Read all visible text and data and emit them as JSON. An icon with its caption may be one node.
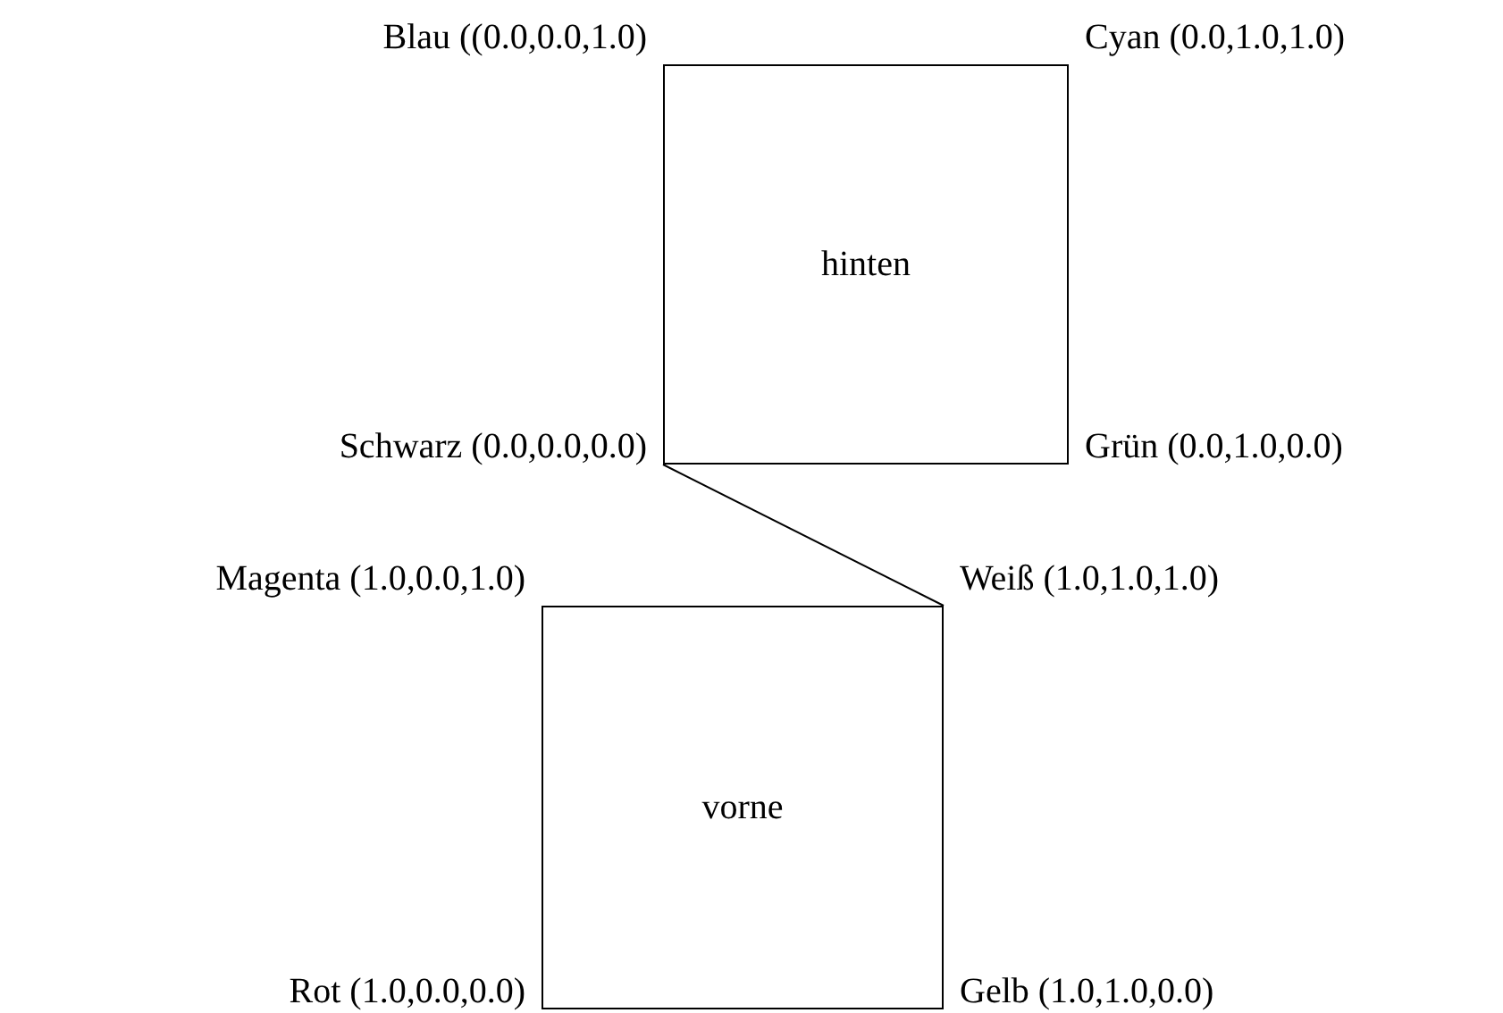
{
  "diagram": {
    "nodes": [
      {
        "text": [
          "hinten"
        ],
        "beside": [
          "Blau ((0.0,0.0,1.0)",
          "Cyan (0.0,1.0,1.0)",
          "Schwarz (0.0,0.0,0.0)",
          "Grün (0.0,1.0,0.0)"
        ]
      },
      {
        "text": [
          "vorne"
        ],
        "beside": [
          "Magenta (1.0,0.0,1.0)",
          "Weiß (1.0,1.0,1.0)",
          "Rot (1.0,0.0,0.0)",
          "Gelb (1.0,1.0,0.0)"
        ]
      }
    ],
    "edges": [
      {
        "from": 0,
        "to": 1,
        "arrow": "none"
      }
    ]
  }
}
